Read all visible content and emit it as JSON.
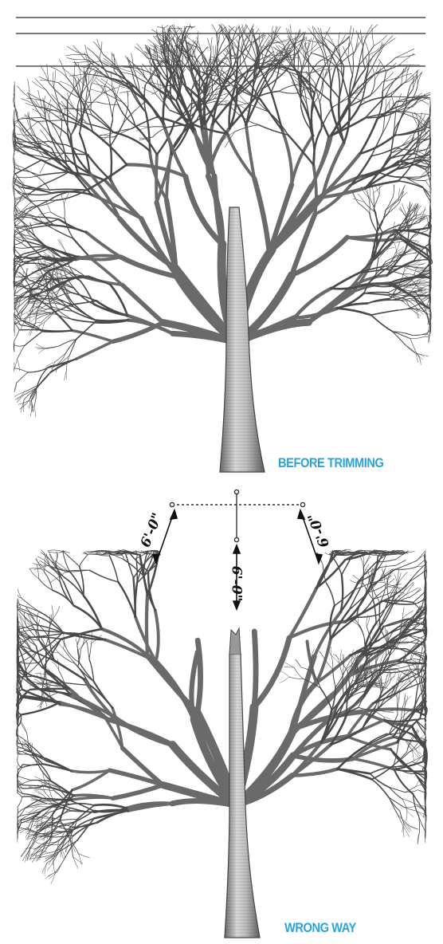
{
  "captions": {
    "before": "BEFORE TRIMMING",
    "wrong": "WRONG WAY"
  },
  "dimensions": {
    "left": "6'-0\"",
    "center": "6'-0\"",
    "right": "6'-0\""
  },
  "colors": {
    "caption": "#2aa3dc",
    "wire": "#5a4a42",
    "bark": "#9a9a9a",
    "branch": "#5c5c5c"
  }
}
